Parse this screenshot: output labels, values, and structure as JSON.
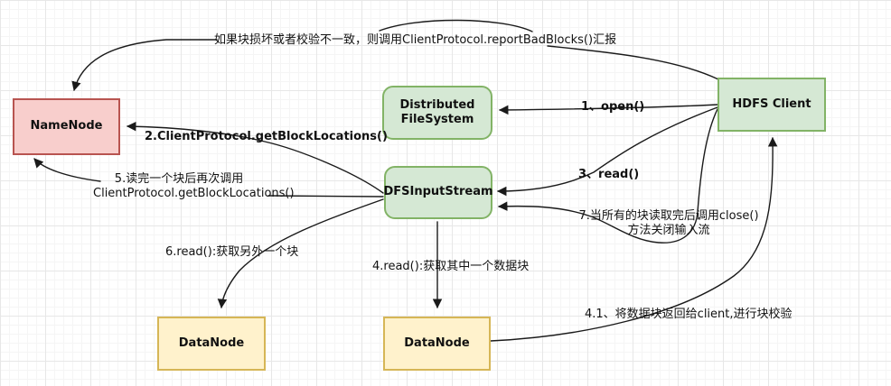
{
  "diagram": {
    "kind": "hdfs-read-flow-diagram"
  },
  "nodes": {
    "namenode": {
      "label": "NameNode"
    },
    "distributed_filesystem": {
      "label_line1": "Distributed",
      "label_line2": "FileSystem"
    },
    "hdfs_client": {
      "label": "HDFS Client"
    },
    "dfs_input_stream": {
      "label": "DFSInputStream"
    },
    "datanode_left": {
      "label": "DataNode"
    },
    "datanode_right": {
      "label": "DataNode"
    }
  },
  "edge_labels": {
    "report_bad_blocks": "如果块损坏或者校验不一致，则调用ClientProtocol.reportBadBlocks()汇报",
    "step1": "1、open()",
    "step2": "2.ClientProtocol.getBlockLocations()",
    "step3": "3、read()",
    "step4": "4.read():获取其中一个数据块",
    "step4_1": "4.1、将数据块返回给client,进行块校验",
    "step5_line1": "5.读完一个块后再次调用",
    "step5_line2": "ClientProtocol.getBlockLocations()",
    "step6": "6.read():获取另外一个块",
    "step7_line1": "7.当所有的块读取完后调用close()",
    "step7_line2": "方法关闭输入流"
  },
  "colors": {
    "namenode_fill": "#f8cecc",
    "namenode_border": "#b85450",
    "green_fill": "#d5e8d4",
    "green_border": "#82b366",
    "datanode_fill": "#fff2cc",
    "datanode_border": "#d6b656",
    "edge_stroke": "#1a1a1a",
    "grid_line": "#e7e7e7"
  }
}
